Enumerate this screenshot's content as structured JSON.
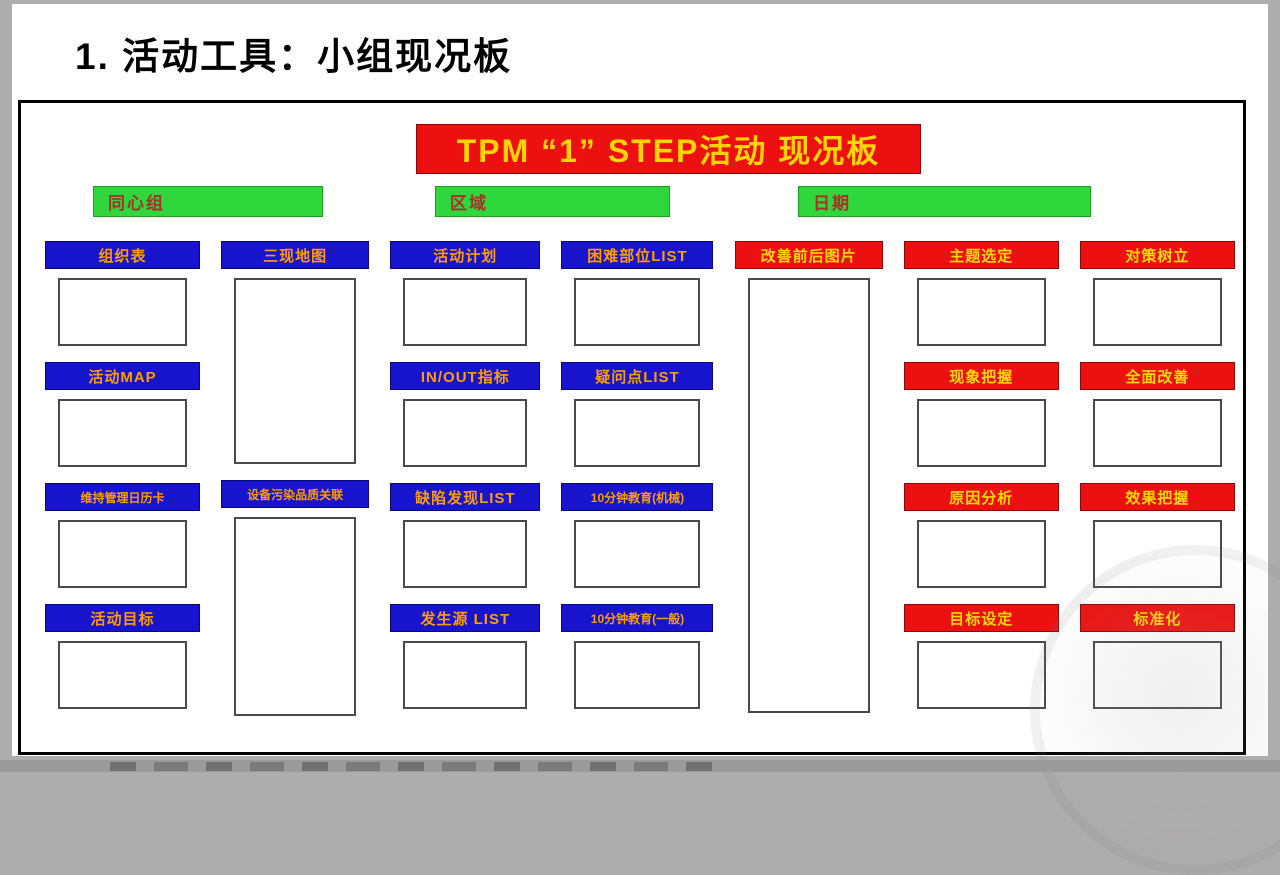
{
  "slide": {
    "title": "1. 活动工具：小组现况板"
  },
  "board": {
    "banner": "TPM “1” STEP活动 现况板",
    "headers": [
      "同心组",
      "区域",
      "日期"
    ],
    "columns": [
      {
        "sections": [
          {
            "label": "组织表"
          },
          {
            "label": "活动MAP"
          },
          {
            "label": "维持管理日历卡"
          },
          {
            "label": "活动目标"
          }
        ]
      },
      {
        "sections": [
          {
            "label": "三现地图"
          },
          {
            "label": "设备污染品质关联"
          }
        ]
      },
      {
        "sections": [
          {
            "label": "活动计划"
          },
          {
            "label": "IN/OUT指标"
          },
          {
            "label": "缺陷发现LIST"
          },
          {
            "label": "发生源 LIST"
          }
        ]
      },
      {
        "sections": [
          {
            "label": "困难部位LIST"
          },
          {
            "label": "疑问点LIST"
          },
          {
            "label": "10分钟教育(机械)"
          },
          {
            "label": "10分钟教育(一般)"
          }
        ]
      },
      {
        "sections": [
          {
            "label": "改善前后图片"
          }
        ]
      },
      {
        "sections": [
          {
            "label": "主题选定"
          },
          {
            "label": "现象把握"
          },
          {
            "label": "原因分析"
          },
          {
            "label": "目标设定"
          }
        ]
      },
      {
        "sections": [
          {
            "label": "对策树立"
          },
          {
            "label": "全面改善"
          },
          {
            "label": "效果把握"
          },
          {
            "label": "标准化"
          }
        ]
      }
    ]
  },
  "colors": {
    "banner_red": "#ec1010",
    "label_blue": "#1813cd",
    "label_red": "#ec1010",
    "header_green": "#2fd63c",
    "blue_bar_text": "#ff9d00",
    "red_bar_text": "#ffd800",
    "green_bar_text": "#a83228",
    "page_background": "#aeadad"
  }
}
